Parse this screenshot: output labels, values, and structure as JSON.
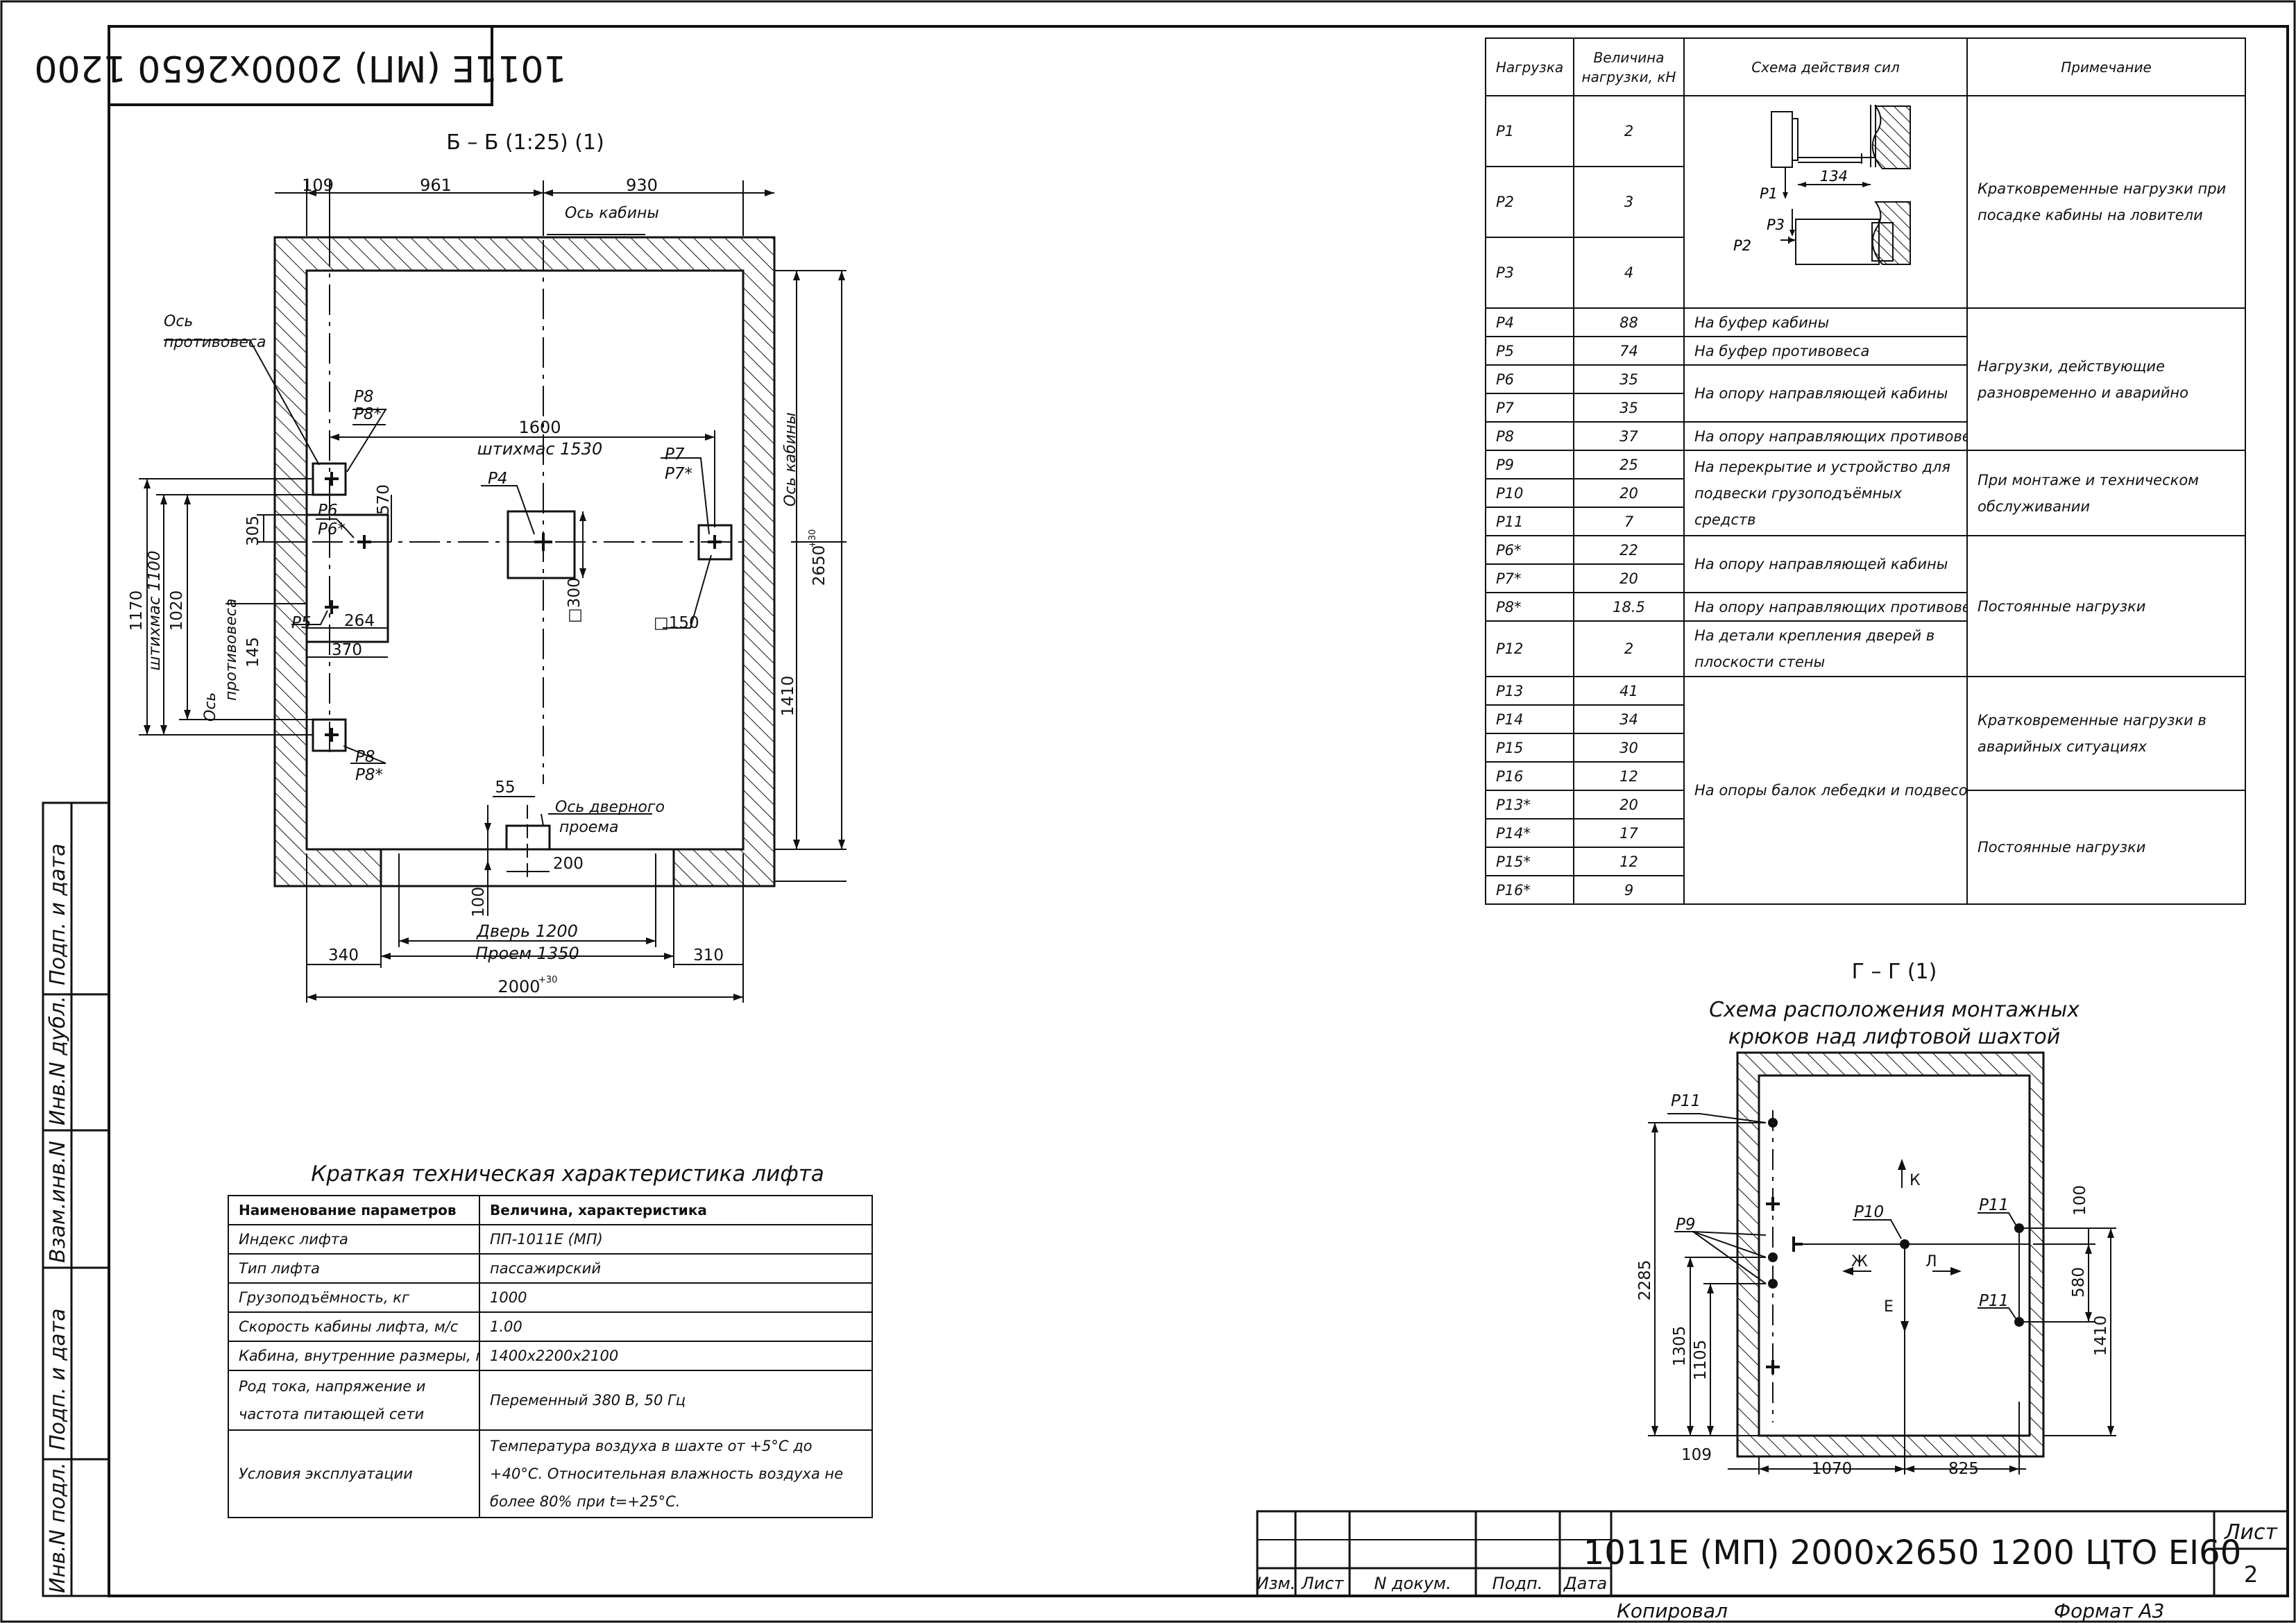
{
  "stamp_code": "1011E (МП) 2000x2650 1200",
  "section_bb": {
    "title": "Б – Б (1:25) (1)",
    "dims": {
      "d109": "109",
      "d961": "961",
      "d930": "930",
      "d1600": "1600",
      "tm1530": "штихмас 1530",
      "d305": "305",
      "d570": "570",
      "d264": "264",
      "d370": "370",
      "d145": "145",
      "d1170": "1170",
      "tm1100": "штихмас 1100",
      "d1020": "1020",
      "d300": "□300",
      "d150": "□150",
      "d2650": "2650",
      "d2650_tol": "+30",
      "d1410": "1410",
      "d55": "55",
      "d200": "200",
      "d100": "100",
      "d340": "340",
      "d310": "310",
      "door": "Дверь 1200",
      "opening": "Проем 1350",
      "d2000": "2000",
      "d2000_tol": "+30"
    },
    "labels": {
      "cab_axis": "Ось кабины",
      "cw_axis_l1": "Ось",
      "cw_axis_l2": "противовеса",
      "cw_axis2_l1": "Ось",
      "cw_axis2_l2": "противовеса",
      "cab_axis_v": "Ось кабины",
      "door_axis_l1": "Ось дверного",
      "door_axis_l2": "проема",
      "p8": "P8",
      "p8s": "P8*",
      "p6": "P6",
      "p6s": "P6*",
      "p5": "P5",
      "p4": "P4",
      "p7": "P7",
      "p7s": "P7*",
      "p8b": "P8",
      "p8bs": "P8*"
    }
  },
  "loads_table": {
    "headers": [
      "Нагрузка",
      "Величина нагрузки, кН",
      "Схема действия сил",
      "Примечание"
    ],
    "rows": [
      {
        "load": "P1",
        "value": "2"
      },
      {
        "load": "P2",
        "value": "3"
      },
      {
        "load": "P3",
        "value": "4"
      },
      {
        "load": "P4",
        "value": "88"
      },
      {
        "load": "P5",
        "value": "74"
      },
      {
        "load": "P6",
        "value": "35"
      },
      {
        "load": "P7",
        "value": "35"
      },
      {
        "load": "P8",
        "value": "37"
      },
      {
        "load": "P9",
        "value": "25"
      },
      {
        "load": "P10",
        "value": "20"
      },
      {
        "load": "P11",
        "value": "7"
      },
      {
        "load": "P6*",
        "value": "22"
      },
      {
        "load": "P7*",
        "value": "20"
      },
      {
        "load": "P8*",
        "value": "18.5"
      },
      {
        "load": "P12",
        "value": "2"
      },
      {
        "load": "P13",
        "value": "41"
      },
      {
        "load": "P14",
        "value": "34"
      },
      {
        "load": "P15",
        "value": "30"
      },
      {
        "load": "P16",
        "value": "12"
      },
      {
        "load": "P13*",
        "value": "20"
      },
      {
        "load": "P14*",
        "value": "17"
      },
      {
        "load": "P15*",
        "value": "12"
      },
      {
        "load": "P16*",
        "value": "9"
      }
    ],
    "schemes": {
      "s4": "На буфер кабины",
      "s5": "На буфер противовеса",
      "s67": "На опору направляющей кабины",
      "s8": "На опору направляющих противовеса",
      "s911": "На перекрытие и устройство для подвески грузоподъёмных средств",
      "s67s": "На опору направляющей кабины",
      "s8s": "На опору направляющих противовеса",
      "s12": "На детали крепления дверей в плоскости стены",
      "s13": "На опоры балок лебедки и подвесок"
    },
    "notes": {
      "n13": "Кратковременные нагрузки при посадке кабины на ловители",
      "n48": "Нагрузки, действующие разновременно и аварийно",
      "n911": "При монтаже и техническом обслуживании",
      "n612": "Постоянные нагрузки",
      "n1316": "Кратковременные нагрузки в аварийных ситуациях",
      "n1316s": "Постоянные нагрузки"
    },
    "sketch": {
      "dim134": "134",
      "p1": "P1",
      "p2": "P2",
      "p3": "P3"
    }
  },
  "section_gg": {
    "title": "Г – Г (1)",
    "subtitle_l1": "Схема расположения монтажных",
    "subtitle_l2": "крюков над лифтовой шахтой",
    "labels": {
      "p11a": "P11",
      "p9": "P9",
      "p10": "P10",
      "p11b": "P11",
      "p11c": "P11",
      "k": "К",
      "zh": "Ж",
      "l": "Л",
      "e": "Е"
    },
    "dims": {
      "d2285": "2285",
      "d1305": "1305",
      "d1105": "1105",
      "d100": "100",
      "d580": "580",
      "d1410": "1410",
      "d109": "109",
      "d1070": "1070",
      "d825": "825"
    }
  },
  "spec_table": {
    "title": "Краткая техническая характеристика лифта",
    "headers": [
      "Наименование параметров",
      "Величина, характеристика"
    ],
    "rows": [
      {
        "name": "Индекс лифта",
        "value": "ПП-1011E (МП)"
      },
      {
        "name": "Тип лифта",
        "value": "пассажирский"
      },
      {
        "name": "Грузоподъёмность, кг",
        "value": "1000"
      },
      {
        "name": "Скорость кабины лифта, м/с",
        "value": "1.00"
      },
      {
        "name": "Кабина, внутренние размеры, мм",
        "value": "1400x2200x2100"
      },
      {
        "name": "Род тока, напряжение и частота питающей сети",
        "value": "Переменный 380 В, 50 Гц"
      },
      {
        "name": "Условия эксплуатации",
        "value": "Температура воздуха в шахте от +5°С до +40°С. Относительная влажность воздуха не более 80% при t=+25°С."
      }
    ]
  },
  "side_stamp": [
    "Подп. и дата",
    "Инв.N дубл.",
    "Взам.инв.N",
    "Подп. и дата",
    "Инв.N подл."
  ],
  "title_block": {
    "cols": [
      "Изм.",
      "Лист",
      "N докум.",
      "Подп.",
      "Дата"
    ],
    "designation": "1011E (МП) 2000x2650 1200 ЦТО EI60",
    "sheet_label": "Лист",
    "sheet_num": "2",
    "copied": "Копировал",
    "format": "Формат А3"
  }
}
